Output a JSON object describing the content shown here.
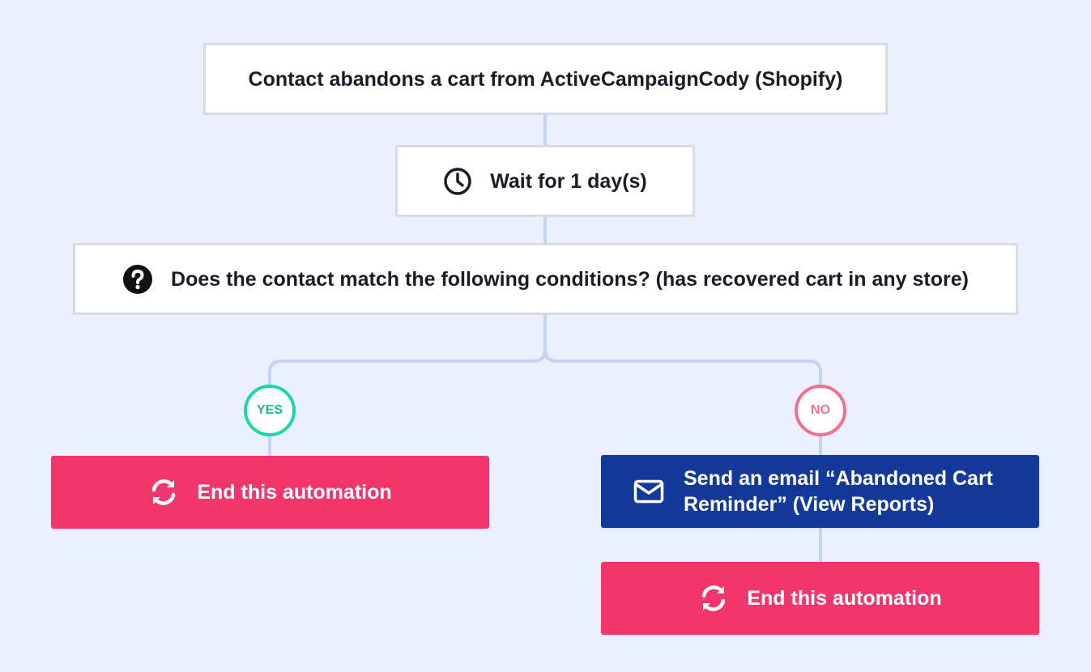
{
  "trigger": {
    "label": "Contact abandons a cart from ActiveCampaignCody (Shopify)"
  },
  "wait": {
    "label": "Wait for 1 day(s)",
    "icon": "clock-icon"
  },
  "condition": {
    "label": "Does the contact match the following conditions? (has recovered cart in any store)",
    "icon": "question-circle-icon"
  },
  "branches": {
    "yes": {
      "label": "YES",
      "color": "#1fd6a8"
    },
    "no": {
      "label": "NO",
      "color": "#f0708f"
    }
  },
  "yes_action": {
    "label": "End this automation",
    "icon": "refresh-icon",
    "color": "#f2366b"
  },
  "no_email": {
    "label": "Send an email “Abandoned Cart Reminder” (View Reports)",
    "icon": "envelope-icon",
    "color": "#133a9a"
  },
  "no_end": {
    "label": "End this automation",
    "icon": "refresh-icon",
    "color": "#f2366b"
  },
  "connector_color": "#c3d3f5"
}
